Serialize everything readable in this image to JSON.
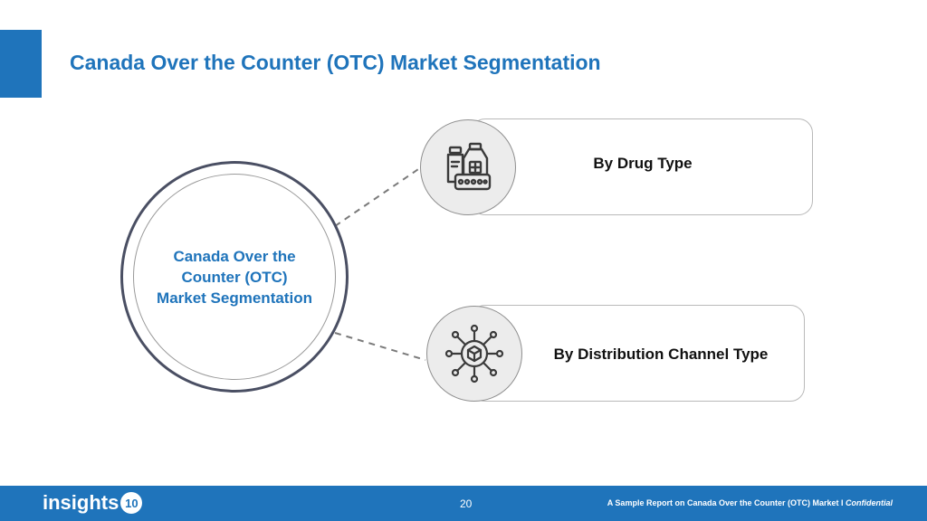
{
  "title": "Canada Over the Counter (OTC) Market Segmentation",
  "center": {
    "lines": [
      "Canada Over the",
      "Counter (OTC)",
      "Market Segmentation"
    ]
  },
  "segments": [
    {
      "label": "By Drug Type",
      "icon": "medicine-bottles-icon"
    },
    {
      "label": "By Distribution Channel Type",
      "icon": "distribution-network-icon"
    }
  ],
  "footer": {
    "logo_text": "insights",
    "logo_badge": "10",
    "page_number": "20",
    "note": "A Sample Report on Canada Over the Counter (OTC) Market I",
    "note_emphasis": "Confidential"
  },
  "colors": {
    "brand_blue": "#1f74bb",
    "center_ring": "#4a4f63",
    "icon_bg": "#ececec"
  }
}
